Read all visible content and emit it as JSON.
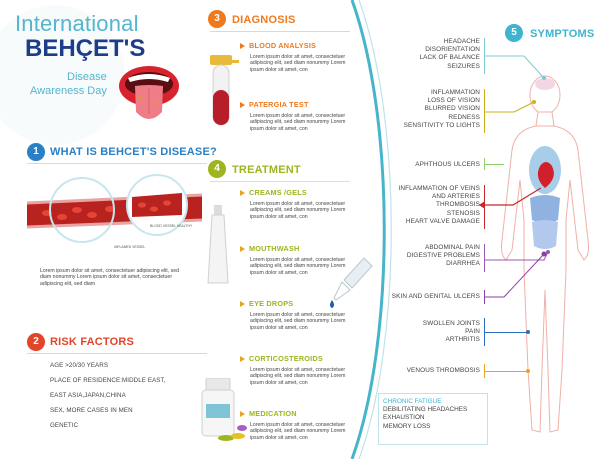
{
  "header": {
    "line1": "International",
    "line2": "BEHÇET'S",
    "line3": "Disease",
    "line4": "Awareness Day"
  },
  "section1": {
    "number": "1",
    "title": "WHAT IS BEHCET'S DISEASE?",
    "vessel_label_healthy": "BLOOD VESSEL HEALTHY",
    "vessel_label_inflamed": "INFLAMED VESSEL",
    "body": "Lorem ipsum dolor sit amet, consectetuer adipiscing elit, sed diam nonummy Lorem ipsum dolor sit amet, consectetuer adipiscing elit, sed diam"
  },
  "section2": {
    "number": "2",
    "title": "RISK FACTORS",
    "items": [
      "AGE >20/30 YEARS",
      "PLACE OF RESIDENCE:MIDDLE EAST,",
      "EAST ASIA,JAPAN,CHINA",
      "SEX, MORE CASES IN MEN",
      "GENETIC"
    ]
  },
  "section3": {
    "number": "3",
    "title": "DIAGNOSIS",
    "items": [
      {
        "title": "BLOOD ANALYSIS",
        "body": "Lorem ipsum dolor sit amet, consectetuer adipiscing elit, sed diam nonummy Lorem ipsum dolor sit amet, con"
      },
      {
        "title": "PATERGIA TEST",
        "body": "Lorem ipsum dolor sit amet, consectetuer adipiscing elit, sed diam nonummy Lorem ipsum dolor sit amet, con"
      }
    ]
  },
  "section4": {
    "number": "4",
    "title": "TREATMENT",
    "items": [
      {
        "title": "CREAMS /GELS",
        "body": "Lorem ipsum dolor sit amet, consectetuer adipiscing elit, sed diam nonummy Lorem ipsum dolor sit amet, con"
      },
      {
        "title": "MOUTHWASH",
        "body": "Lorem ipsum dolor sit amet, consectetuer adipiscing elit, sed diam nonummy Lorem ipsum dolor sit amet, con"
      },
      {
        "title": "EYE DROPS",
        "body": "Lorem ipsum dolor sit amet, consectetuer adipiscing elit, sed diam nonummy Lorem ipsum dolor sit amet, con"
      },
      {
        "title": "CORTICOSTEROIDS",
        "body": "Lorem ipsum dolor sit amet, consectetuer adipiscing elit, sed diam nonummy Lorem ipsum dolor sit amet, con"
      },
      {
        "title": "MEDICATION",
        "body": "Lorem ipsum dolor sit amet, consectetuer adipiscing elit, sed diam nonummy Lorem ipsum dolor sit amet, con"
      }
    ]
  },
  "section5": {
    "number": "5",
    "title": "SYMPTOMS",
    "groups": [
      {
        "lines": [
          "HEADACHE",
          "DISORIENTATION",
          "LACK OF BALANCE",
          "SEIZURES"
        ],
        "color": "#7fc8d6"
      },
      {
        "lines": [
          "INFLAMMATION",
          "LOSS OF VISION",
          "BLURRED VISION",
          "REDNESS",
          "SENSITIVITY TO LIGHTS"
        ],
        "color": "#c9b21a"
      },
      {
        "lines": [
          "APHTHOUS ULCERS"
        ],
        "color": "#8ccf6a"
      },
      {
        "lines": [
          "INFLAMMATION OF VEINS",
          "AND ARTERIES",
          "THROMBOSIS",
          "STENOSIS",
          "HEART VALVE DAMAGE"
        ],
        "color": "#c8262a"
      },
      {
        "lines": [
          "ABDOMINAL PAIN",
          "DIGESTIVE PROBLEMS",
          "DIARRHEA"
        ],
        "color": "#9a58b3"
      },
      {
        "lines": [
          "SKIN AND GENITAL ULCERS"
        ],
        "color": "#8a3fa3"
      },
      {
        "lines": [
          "SWOLLEN JOINTS",
          "PAIN",
          "ARTHRITIS"
        ],
        "color": "#2a6fc0"
      },
      {
        "lines": [
          "VENOUS THROMBOSIS"
        ],
        "color": "#e6a51e"
      }
    ],
    "chronic": {
      "title": "CHRONIC FATIGUE",
      "lines": [
        "DEBILITATING HEADACHES",
        "EXHAUSTION",
        "MEMORY LOSS"
      ]
    }
  },
  "colors": {
    "cyan": "#3fb3cf",
    "navy": "#1d3d8a",
    "blue": "#2a80c5",
    "red": "#e2452a",
    "orange": "#ef7a1e",
    "olive": "#9eb51e",
    "yellow": "#e6a51e"
  }
}
